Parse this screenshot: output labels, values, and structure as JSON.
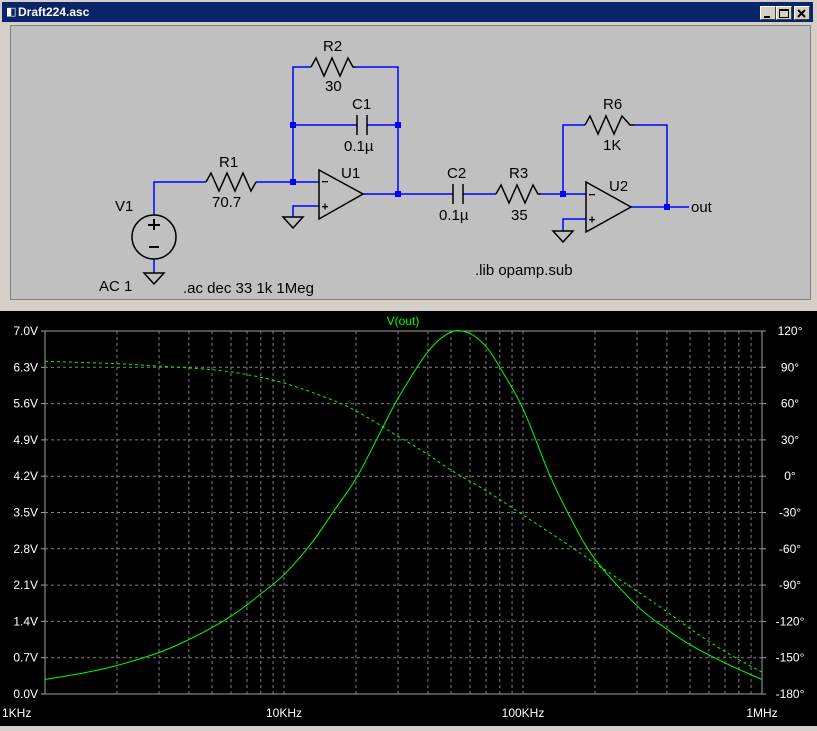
{
  "window": {
    "title": "Draft224.asc",
    "buttons": [
      "_",
      "□",
      "×"
    ]
  },
  "schematic": {
    "components": [
      {
        "ref": "V1",
        "value": "AC 1"
      },
      {
        "ref": "R1",
        "value": "70.7"
      },
      {
        "ref": "R2",
        "value": "30"
      },
      {
        "ref": "C1",
        "value": "0.1µ"
      },
      {
        "ref": "U1"
      },
      {
        "ref": "C2",
        "value": "0.1µ"
      },
      {
        "ref": "R3",
        "value": "35"
      },
      {
        "ref": "R6",
        "value": "1K"
      },
      {
        "ref": "U2"
      }
    ],
    "net_label": "out",
    "directives": [
      ".ac dec 33 1k 1Meg",
      ".lib opamp.sub"
    ]
  },
  "plot": {
    "trace_name": "V(out)",
    "colors": {
      "trace": "#00ff00",
      "background": "#000000",
      "axis_text": "#ffffff"
    }
  },
  "chart_data": {
    "type": "line",
    "title": "V(out)",
    "x_scale": "log",
    "xlim": [
      1000,
      1000000
    ],
    "x_ticks": [
      "1KHz",
      "10KHz",
      "100KHz",
      "1MHz"
    ],
    "x_tick_values": [
      1000,
      10000,
      100000,
      1000000
    ],
    "ylim_left": [
      0,
      7
    ],
    "y_ticks_left": [
      "0.0V",
      "0.7V",
      "1.4V",
      "2.1V",
      "2.8V",
      "3.5V",
      "4.2V",
      "4.9V",
      "5.6V",
      "6.3V",
      "7.0V"
    ],
    "y_tick_values_left": [
      0,
      0.7,
      1.4,
      2.1,
      2.8,
      3.5,
      4.2,
      4.9,
      5.6,
      6.3,
      7.0
    ],
    "ylim_right": [
      -180,
      120
    ],
    "y_ticks_right": [
      "120°",
      "90°",
      "60°",
      "30°",
      "0°",
      "-30°",
      "-60°",
      "-90°",
      "-120°",
      "-150°",
      "-180°"
    ],
    "y_tick_values_right": [
      120,
      90,
      60,
      30,
      0,
      -30,
      -60,
      -90,
      -120,
      -150,
      -180
    ],
    "grid": true,
    "series": [
      {
        "name": "V(out)",
        "axis": "left",
        "style": "solid",
        "x": [
          1000,
          1500,
          2000,
          3000,
          4000,
          5000,
          6000,
          7000,
          8000,
          10000,
          13000,
          16000,
          20000,
          25000,
          30000,
          40000,
          50000,
          60000,
          70000,
          80000,
          100000,
          130000,
          160000,
          200000,
          300000,
          400000,
          500000,
          700000,
          1000000
        ],
        "y": [
          0.28,
          0.42,
          0.55,
          0.8,
          1.05,
          1.28,
          1.5,
          1.72,
          1.93,
          2.3,
          2.9,
          3.5,
          4.15,
          5.0,
          5.7,
          6.6,
          6.98,
          6.95,
          6.7,
          6.3,
          5.5,
          4.2,
          3.35,
          2.6,
          1.7,
          1.25,
          0.95,
          0.6,
          0.28
        ]
      },
      {
        "name": "phase",
        "axis": "right",
        "style": "dashed",
        "x": [
          1000,
          2000,
          3000,
          5000,
          7000,
          10000,
          15000,
          20000,
          30000,
          40000,
          50000,
          70000,
          100000,
          150000,
          200000,
          300000,
          400000,
          500000,
          700000,
          1000000
        ],
        "y": [
          95,
          93,
          91,
          88,
          84,
          77,
          65,
          54,
          33,
          18,
          5,
          -12,
          -32,
          -55,
          -72,
          -95,
          -112,
          -126,
          -145,
          -162
        ]
      }
    ]
  }
}
